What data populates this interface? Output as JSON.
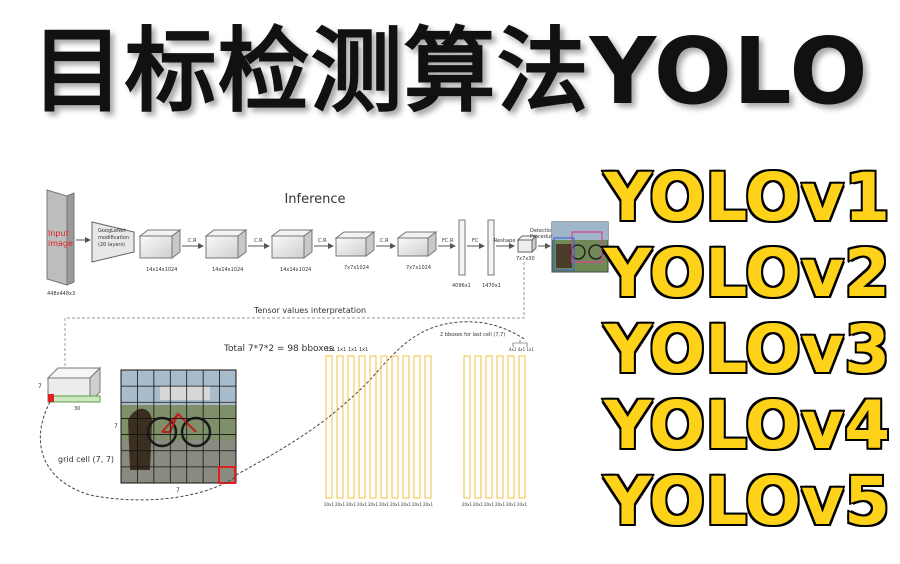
{
  "title": "目标检测算法YOLO",
  "versions": [
    "YOLOv1",
    "YOLOv2",
    "YOLOv3",
    "YOLOv4",
    "YOLOv5"
  ],
  "diagram": {
    "inference_label": "Inference",
    "input_label_line1": "Input",
    "input_label_line2": "image",
    "input_size": "448x448x3",
    "googlenet_line1": "GoogLeNet",
    "googlenet_line2": "modification",
    "googlenet_line3": "(20 layers)",
    "block_sizes": [
      "14x14x1024",
      "14x14x1024",
      "14x14x1024",
      "7x7x1024",
      "7x7x1024"
    ],
    "cr_labels": [
      "C.R",
      "C.R",
      "C.R",
      "C.R"
    ],
    "fcr_label": "FC.R",
    "fc_label": "FC",
    "reshape_label": "Reshape",
    "fc_sizes": [
      "4096x1",
      "1470x1"
    ],
    "output_size": "7x7x30",
    "detection_line1": "Detection",
    "detection_line2": "Procedure",
    "tensor_label": "Tensor values interpretation",
    "total_label": "Total 7*7*2 = 98 bboxes",
    "grid_label": "grid cell (7, 7)",
    "grid_dim_left": "7",
    "grid_dim_bottom": "7",
    "cube_dim": "7",
    "cube_depth": "30",
    "bbox_label": "2 bboxes for last cell (7,7)",
    "col_top_labels": [
      "1x1",
      "1x1",
      "1x1",
      "1x1"
    ],
    "col_bottom_label": "20x1",
    "right_top_labels": "4x1 4x1 1x1",
    "right_bottom_label": "20x1"
  },
  "colors": {
    "version_fill": "#ffd21a",
    "bar_stroke": "#f0c040",
    "highlight": "#e02020"
  }
}
